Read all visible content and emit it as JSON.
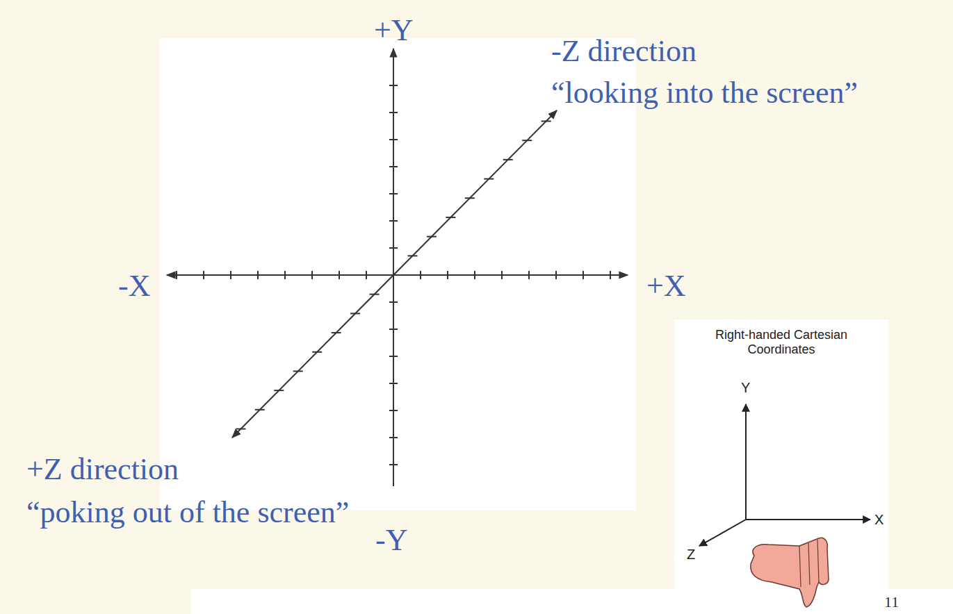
{
  "diagram": {
    "labels": [
      "+Y",
      "-Z direction",
      "“looking into the screen”",
      "-X",
      "+X",
      "+Z direction",
      "“poking out of the screen”",
      "-Y",
      "Right-handed Cartesian Coordinates",
      "Y",
      "X",
      "Z",
      "11"
    ]
  }
}
